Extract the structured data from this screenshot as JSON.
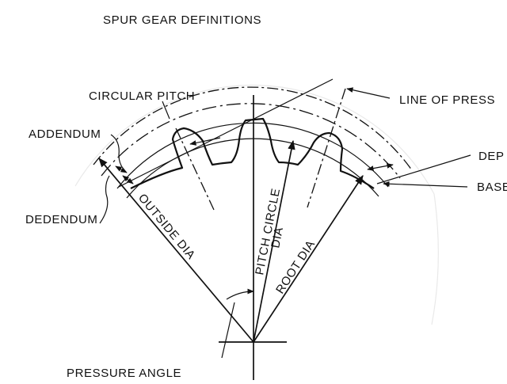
{
  "title": "SPUR GEAR DEFINITIONS",
  "labels": {
    "circular_pitch": "CIRCULAR PITCH",
    "line_of_pressure": "LINE OF PRESS",
    "addendum": "ADDENDUM",
    "depth": "DEP",
    "base": "BASE",
    "dedendum": "DEDENDUM",
    "outside_dia": "OUTSIDE DIA",
    "pitch_circle": "PITCH CIRCLE",
    "dia": "DIA",
    "root_dia": "ROOT DIA",
    "pressure_angle": "PRESSURE ANGLE"
  },
  "colors": {
    "ink": "#111111",
    "paper": "#ffffff"
  }
}
